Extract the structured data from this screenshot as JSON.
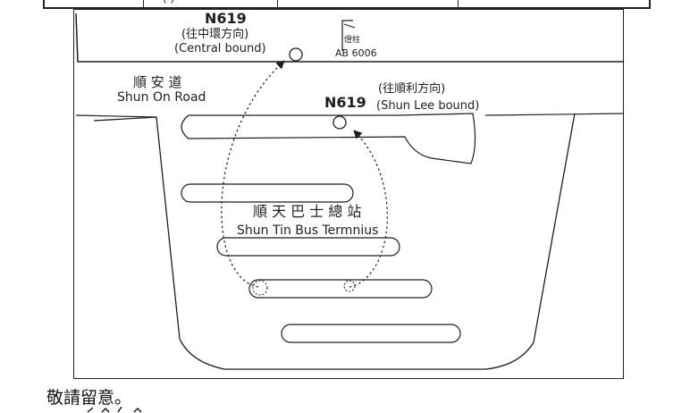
{
  "table_fragment": {
    "partial_text": "(              )"
  },
  "map": {
    "road": {
      "name_zh": "順 安 道",
      "name_en": "Shun On Road"
    },
    "stops": {
      "central": {
        "route": "N619",
        "direction_zh": "(往中環方向)",
        "direction_en": "(Central bound)"
      },
      "shun_lee": {
        "route": "N619",
        "direction_zh": "(往順利方向)",
        "direction_en": "(Shun Lee bound)"
      }
    },
    "pole": {
      "label_zh": "燈柱",
      "label_id": "AB 6006"
    },
    "terminus": {
      "name_zh": "順 天 巴 士 總 站",
      "name_en": "Shun Tin Bus Termnius"
    }
  },
  "notice": "敬請留意。",
  "colors": {
    "ink": "#1e1e1e",
    "background": "#ffffff"
  }
}
